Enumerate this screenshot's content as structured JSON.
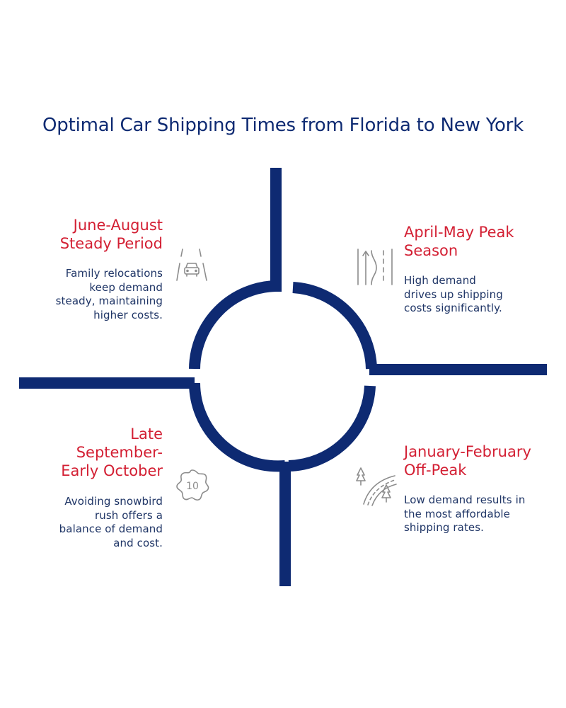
{
  "title": "Optimal Car Shipping Times from Florida to New York",
  "colors": {
    "navy": "#0e2a72",
    "red": "#d31f33",
    "text": "#1f3566",
    "icon": "#8c8c8c"
  },
  "quadrants": {
    "jun": {
      "heading": [
        "June-August",
        "Steady Period"
      ],
      "desc": [
        "Family relocations",
        "keep demand",
        "steady, maintaining",
        "higher costs."
      ],
      "icon": "road-car-icon"
    },
    "apr": {
      "heading": [
        "April-May Peak",
        "Season"
      ],
      "desc": [
        "High demand",
        "drives up shipping",
        "costs significantly."
      ],
      "icon": "winding-road-icon"
    },
    "sep": {
      "heading": [
        "Late",
        "September-",
        "Early October"
      ],
      "desc": [
        "Avoiding snowbird",
        "rush offers a",
        "balance of demand",
        "and cost."
      ],
      "icon": "calendar-badge-icon",
      "badge": "10"
    },
    "jan": {
      "heading": [
        "January-February",
        "Off-Peak"
      ],
      "desc": [
        "Low demand results in",
        "the most affordable",
        "shipping rates."
      ],
      "icon": "highway-trees-icon"
    }
  }
}
